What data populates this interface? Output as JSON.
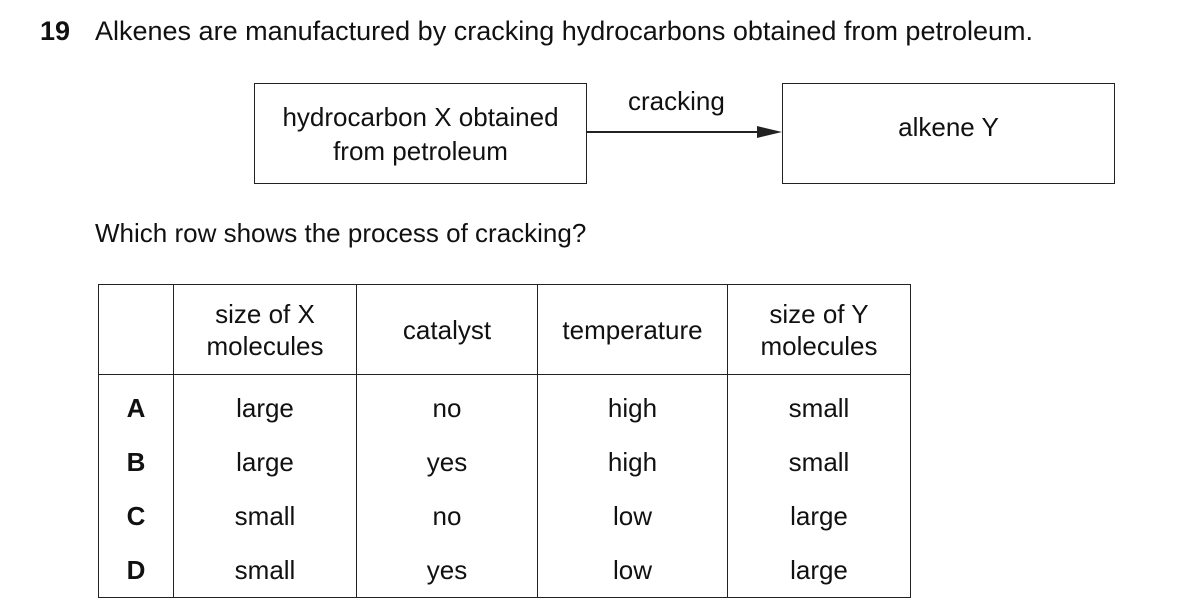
{
  "question": {
    "number": "19",
    "text": "Alkenes are manufactured by cracking hydrocarbons obtained from petroleum."
  },
  "diagram": {
    "box_x_lines": [
      "hydrocarbon X obtained",
      "from petroleum"
    ],
    "arrow_label": "cracking",
    "box_y": "alkene Y"
  },
  "prompt": "Which row shows the process of cracking?",
  "table": {
    "headers": [
      [
        "size of X",
        "molecules"
      ],
      [
        "catalyst"
      ],
      [
        "temperature"
      ],
      [
        "size of Y",
        "molecules"
      ]
    ],
    "rows": [
      {
        "key": "A",
        "cells": [
          "large",
          "no",
          "high",
          "small"
        ]
      },
      {
        "key": "B",
        "cells": [
          "large",
          "yes",
          "high",
          "small"
        ]
      },
      {
        "key": "C",
        "cells": [
          "small",
          "no",
          "low",
          "large"
        ]
      },
      {
        "key": "D",
        "cells": [
          "small",
          "yes",
          "low",
          "large"
        ]
      }
    ]
  },
  "colors": {
    "text": "#111111",
    "lines": "#222222"
  }
}
